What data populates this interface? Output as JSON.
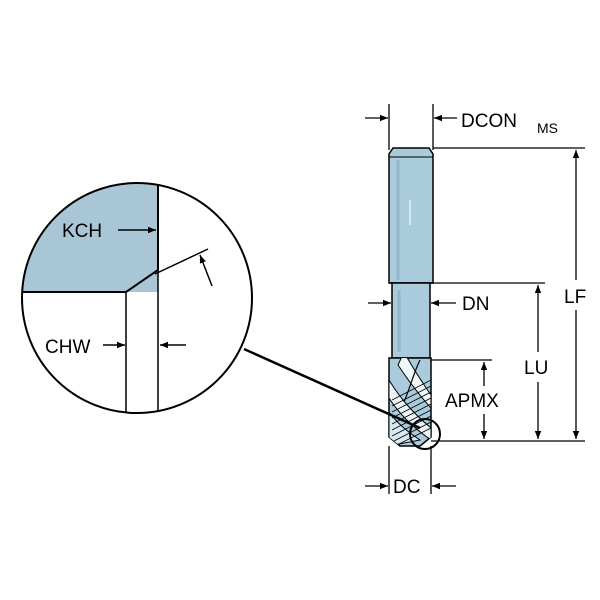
{
  "labels": {
    "dcon": "DCON",
    "dcon_sub": "MS",
    "lf": "LF",
    "dn": "DN",
    "lu": "LU",
    "apmx": "APMX",
    "dc": "DC",
    "kch": "KCH",
    "chw": "CHW"
  },
  "colors": {
    "tool_fill": "#a9cbdc",
    "tool_shade": "#8fb7cc",
    "tool_highlight": "#d6e8f1",
    "detail_fill": "#a9c6d6",
    "line": "#000000",
    "background": "#ffffff"
  }
}
